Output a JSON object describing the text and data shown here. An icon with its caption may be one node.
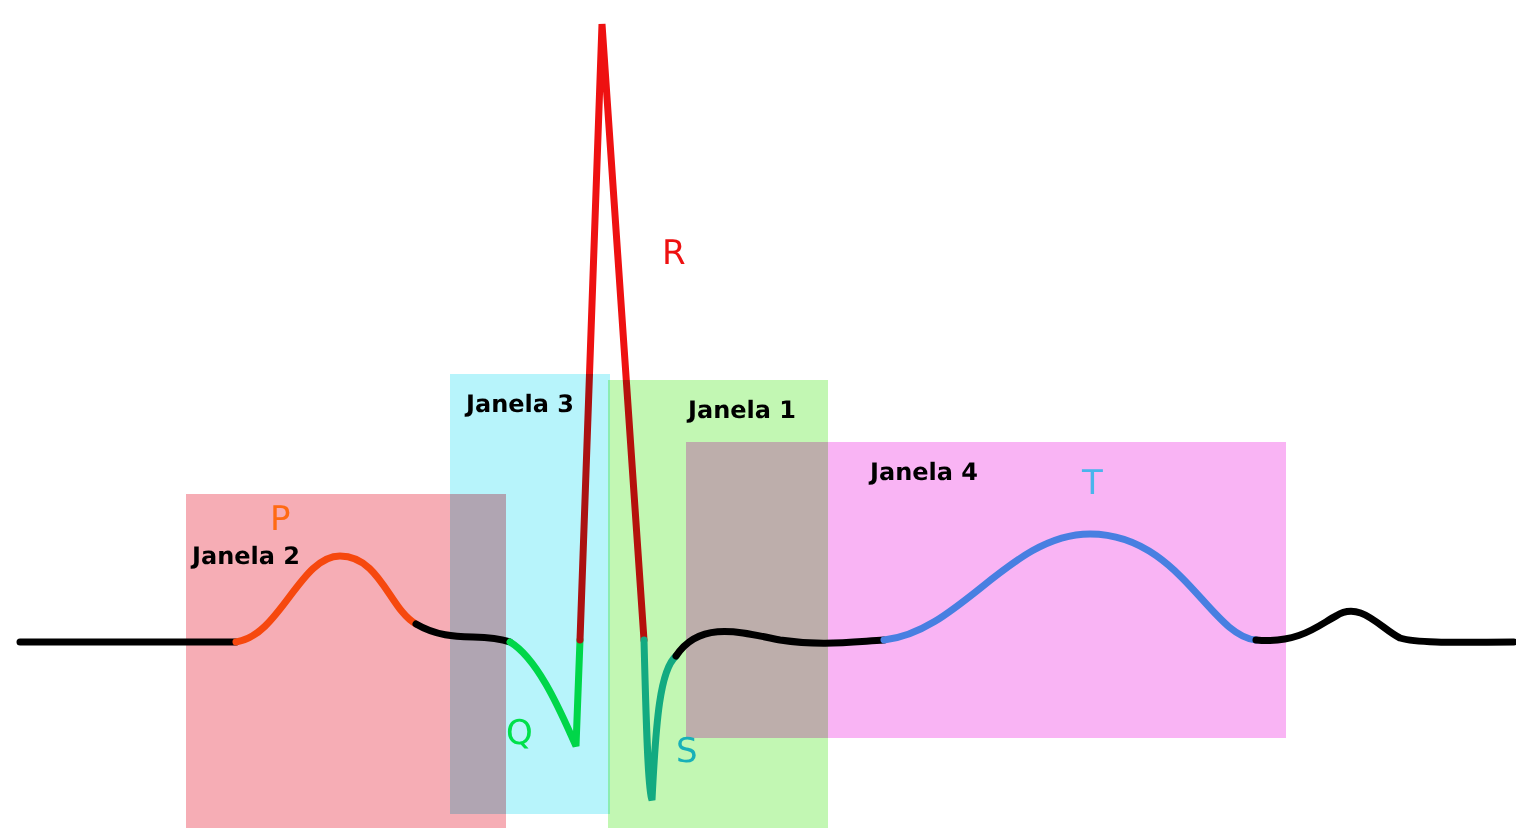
{
  "diagram": {
    "nodes": [
      {
        "text": [
          "Janela 3"
        ]
      },
      {
        "text": [
          "Janela 1"
        ]
      },
      {
        "text": [
          "Janela 4"
        ]
      },
      {
        "text": [
          "Janela 2"
        ]
      }
    ],
    "labels": [
      "R",
      "T",
      "P",
      "Q",
      "S"
    ]
  }
}
